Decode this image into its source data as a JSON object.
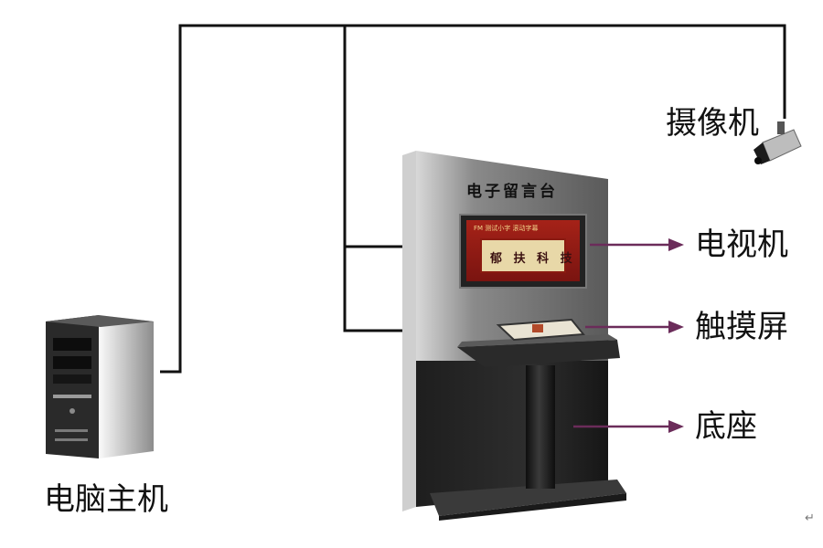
{
  "labels": {
    "camera": "摄像机",
    "tv": "电视机",
    "touchscreen": "触摸屏",
    "base": "底座",
    "computer": "电脑主机"
  },
  "kiosk": {
    "panel_title": "电子留言台",
    "tv_screen_top": "FM 测试小字 滚动字幕",
    "tv_screen_main": "郁 扶 科 技"
  },
  "return_mark": "↵",
  "colors": {
    "arrow": "#6b2c5a",
    "cable": "#111111",
    "kiosk_body": "#3a3a3a",
    "tv_frame": "#b0322a"
  }
}
